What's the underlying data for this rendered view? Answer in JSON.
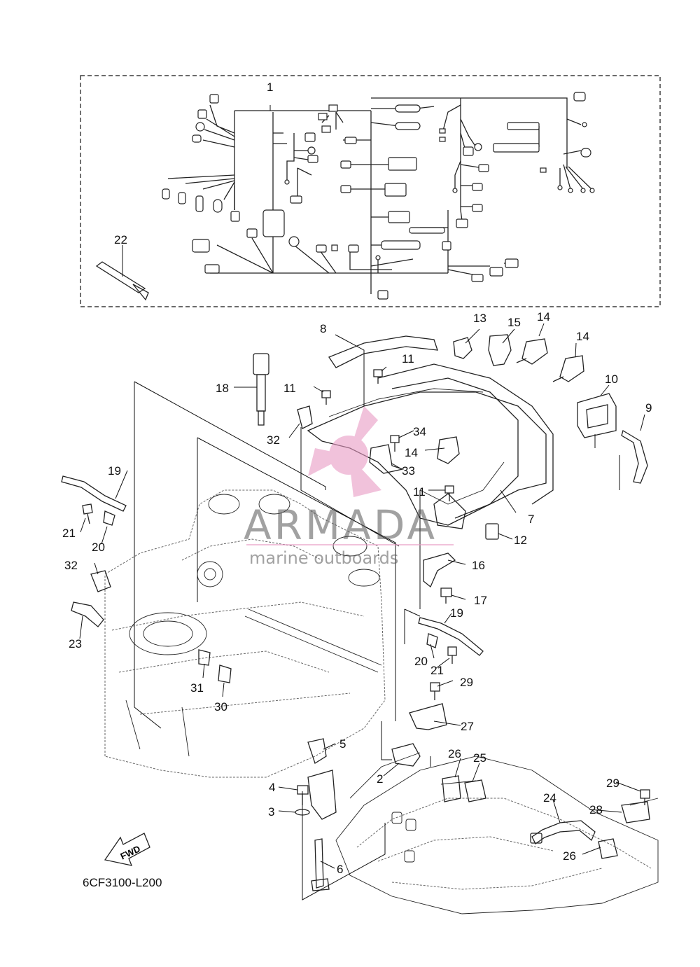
{
  "diagram": {
    "part_code": "6CF3100-L200",
    "fwd_label": "FWD",
    "watermark": {
      "brand": "ARMADA",
      "tagline": "marine outboards",
      "accent_color": "#e89ac4"
    },
    "callouts": [
      {
        "id": "c1",
        "label": "1"
      },
      {
        "id": "c22",
        "label": "22"
      },
      {
        "id": "c8",
        "label": "8"
      },
      {
        "id": "c13",
        "label": "13"
      },
      {
        "id": "c15",
        "label": "15"
      },
      {
        "id": "c14a",
        "label": "14"
      },
      {
        "id": "c14b",
        "label": "14"
      },
      {
        "id": "c11a",
        "label": "11"
      },
      {
        "id": "c11b",
        "label": "11"
      },
      {
        "id": "c18",
        "label": "18"
      },
      {
        "id": "c10",
        "label": "10"
      },
      {
        "id": "c9",
        "label": "9"
      },
      {
        "id": "c32a",
        "label": "32"
      },
      {
        "id": "c34",
        "label": "34"
      },
      {
        "id": "c14c",
        "label": "14"
      },
      {
        "id": "c33",
        "label": "33"
      },
      {
        "id": "c19a",
        "label": "19"
      },
      {
        "id": "c11c",
        "label": "11"
      },
      {
        "id": "c7",
        "label": "7"
      },
      {
        "id": "c21a",
        "label": "21"
      },
      {
        "id": "c20a",
        "label": "20"
      },
      {
        "id": "c12",
        "label": "12"
      },
      {
        "id": "c16",
        "label": "16"
      },
      {
        "id": "c32b",
        "label": "32"
      },
      {
        "id": "c17",
        "label": "17"
      },
      {
        "id": "c23",
        "label": "23"
      },
      {
        "id": "c19b",
        "label": "19"
      },
      {
        "id": "c20b",
        "label": "20"
      },
      {
        "id": "c21b",
        "label": "21"
      },
      {
        "id": "c31",
        "label": "31"
      },
      {
        "id": "c29a",
        "label": "29"
      },
      {
        "id": "c30",
        "label": "30"
      },
      {
        "id": "c27",
        "label": "27"
      },
      {
        "id": "c5",
        "label": "5"
      },
      {
        "id": "c26a",
        "label": "26"
      },
      {
        "id": "c25",
        "label": "25"
      },
      {
        "id": "c2",
        "label": "2"
      },
      {
        "id": "c4",
        "label": "4"
      },
      {
        "id": "c29b",
        "label": "29"
      },
      {
        "id": "c24",
        "label": "24"
      },
      {
        "id": "c3",
        "label": "3"
      },
      {
        "id": "c28",
        "label": "28"
      },
      {
        "id": "c26b",
        "label": "26"
      },
      {
        "id": "c6",
        "label": "6"
      }
    ]
  }
}
